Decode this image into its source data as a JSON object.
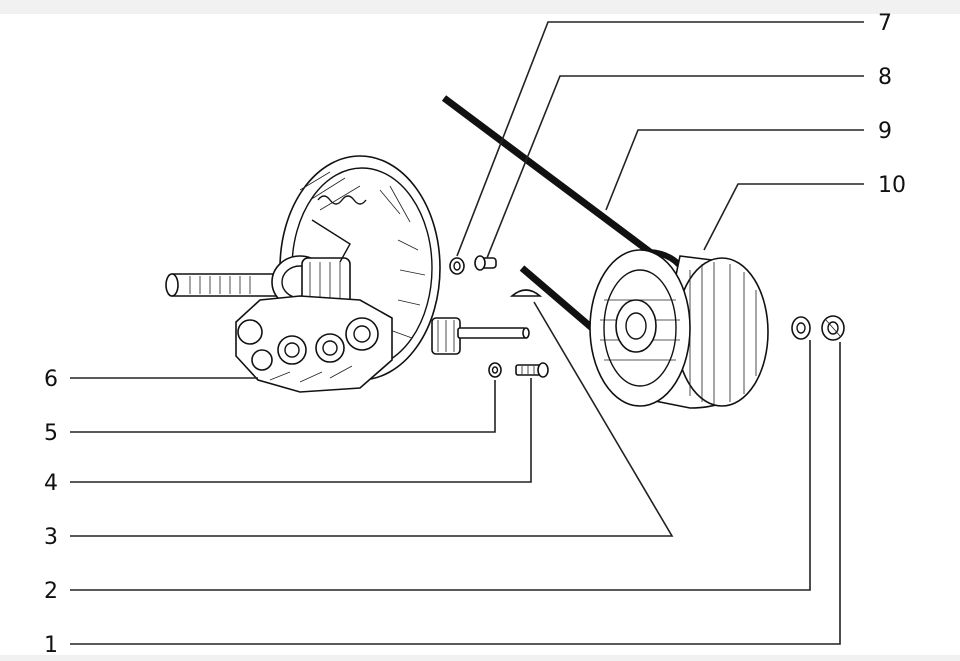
{
  "diagram": {
    "part_numbers": [
      "1",
      "2",
      "3",
      "4",
      "5",
      "6",
      "7",
      "8",
      "9",
      "10"
    ],
    "colors": {
      "ink": "#111111",
      "paper": "#ffffff",
      "border": "#f1f1f1"
    }
  }
}
